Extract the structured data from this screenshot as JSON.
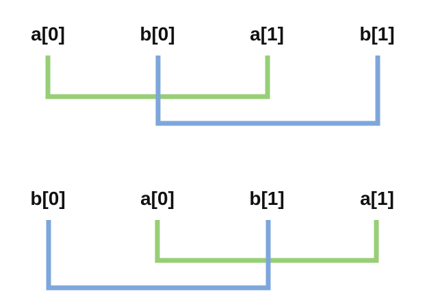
{
  "colors": {
    "green": "#97ce76",
    "blue": "#7da6db",
    "text": "#111111"
  },
  "rows": [
    {
      "labels": [
        "a[0]",
        "b[0]",
        "a[1]",
        "b[1]"
      ],
      "green_link": "a[0]–a[1]",
      "blue_link": "b[0]–b[1]"
    },
    {
      "labels": [
        "b[0]",
        "a[0]",
        "b[1]",
        "a[1]"
      ],
      "green_link": "a[0]–a[1]",
      "blue_link": "b[0]–b[1]"
    }
  ]
}
